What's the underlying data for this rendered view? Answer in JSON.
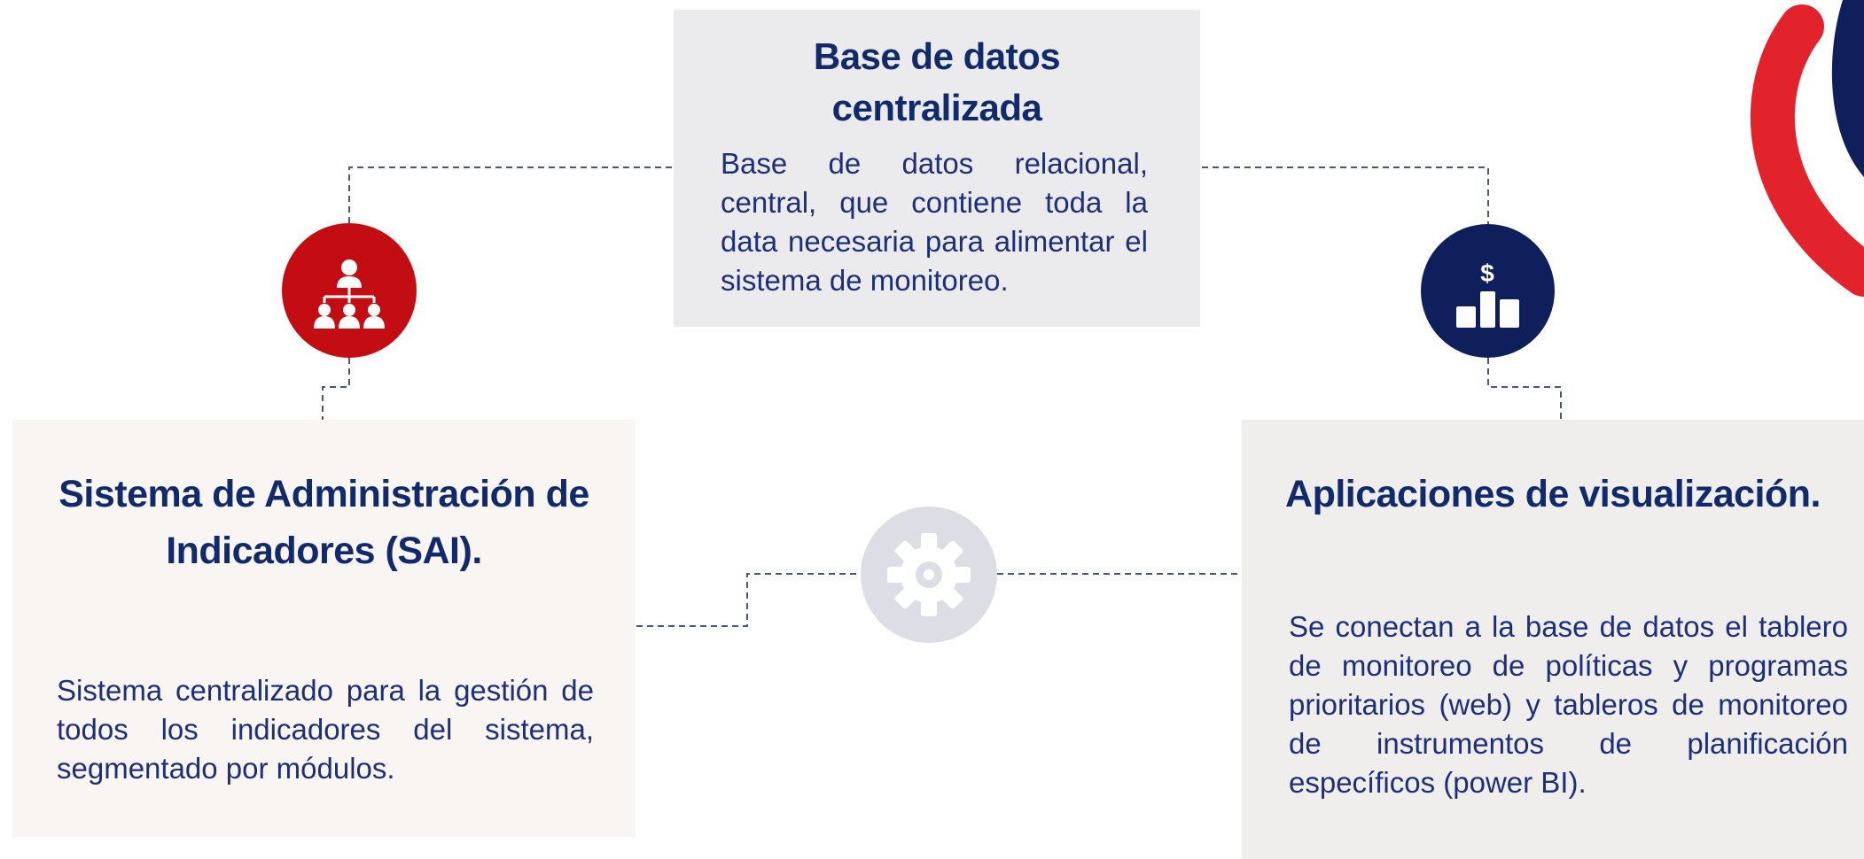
{
  "nodes": {
    "top": {
      "title_line1": "Base de datos",
      "title_line2": "centralizada",
      "description": "Base de datos relacional, central, que contiene toda la data necesaria para alimentar el sistema de monitoreo."
    },
    "left": {
      "title_line1": "Sistema de Administración de",
      "title_line2": "Indicadores (SAI).",
      "description": "Sistema centralizado para la gestión de todos los indicadores del sistema, segmentado por módulos."
    },
    "right": {
      "title": "Aplicaciones de visualización.",
      "description": "Se conectan a la base de datos el tablero de monitoreo de políticas y programas prioritarios (web) y tableros de monitoreo de instrumentos de planificación específicos (power BI)."
    }
  },
  "icons": {
    "hierarchy": "hierarchy-people-icon",
    "finance": "dollar-podium-icon",
    "gear": "gear-icon",
    "hierarchy_color": "#c30d12",
    "finance_color": "#0f1f5b",
    "gear_color": "#dddde6",
    "gear_symbol": "#ffffff"
  },
  "colors": {
    "title": "#102a6b",
    "text": "#1d2f78",
    "connector": "#4a5580",
    "deco_red": "#e3232c",
    "deco_navy": "#0f1f5b"
  }
}
